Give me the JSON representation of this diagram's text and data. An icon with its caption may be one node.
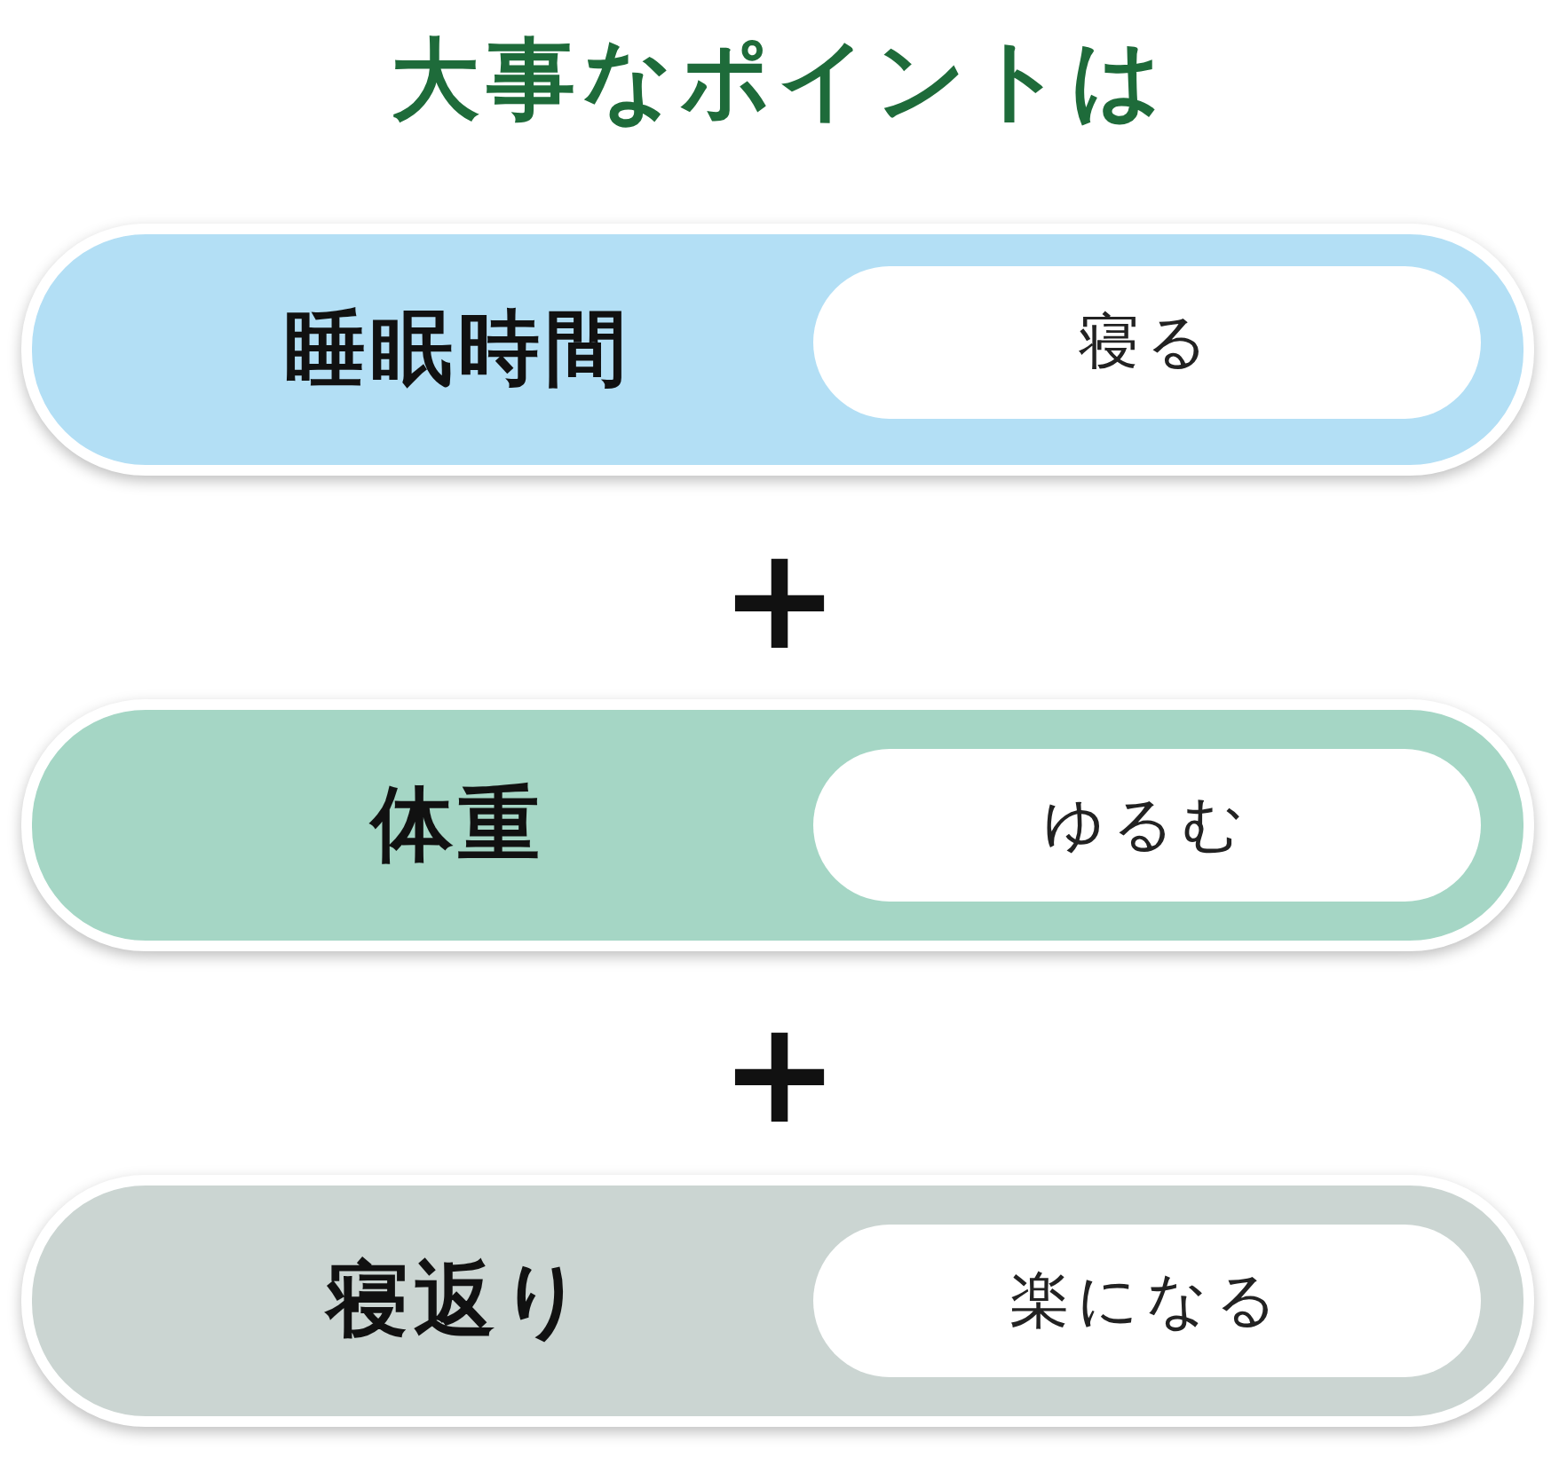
{
  "diagram": {
    "title": "大事なポイントは",
    "nodes": [
      {
        "text": [
          "睡眠時間"
        ]
      },
      {
        "text": [
          "寝る"
        ],
        "in": 0
      },
      {
        "text": [
          "体重"
        ]
      },
      {
        "text": [
          "ゆるむ"
        ],
        "in": 2
      },
      {
        "text": [
          "寝返り"
        ]
      },
      {
        "text": [
          "楽になる"
        ],
        "in": 4
      }
    ],
    "labels": [
      "+",
      "+"
    ]
  }
}
